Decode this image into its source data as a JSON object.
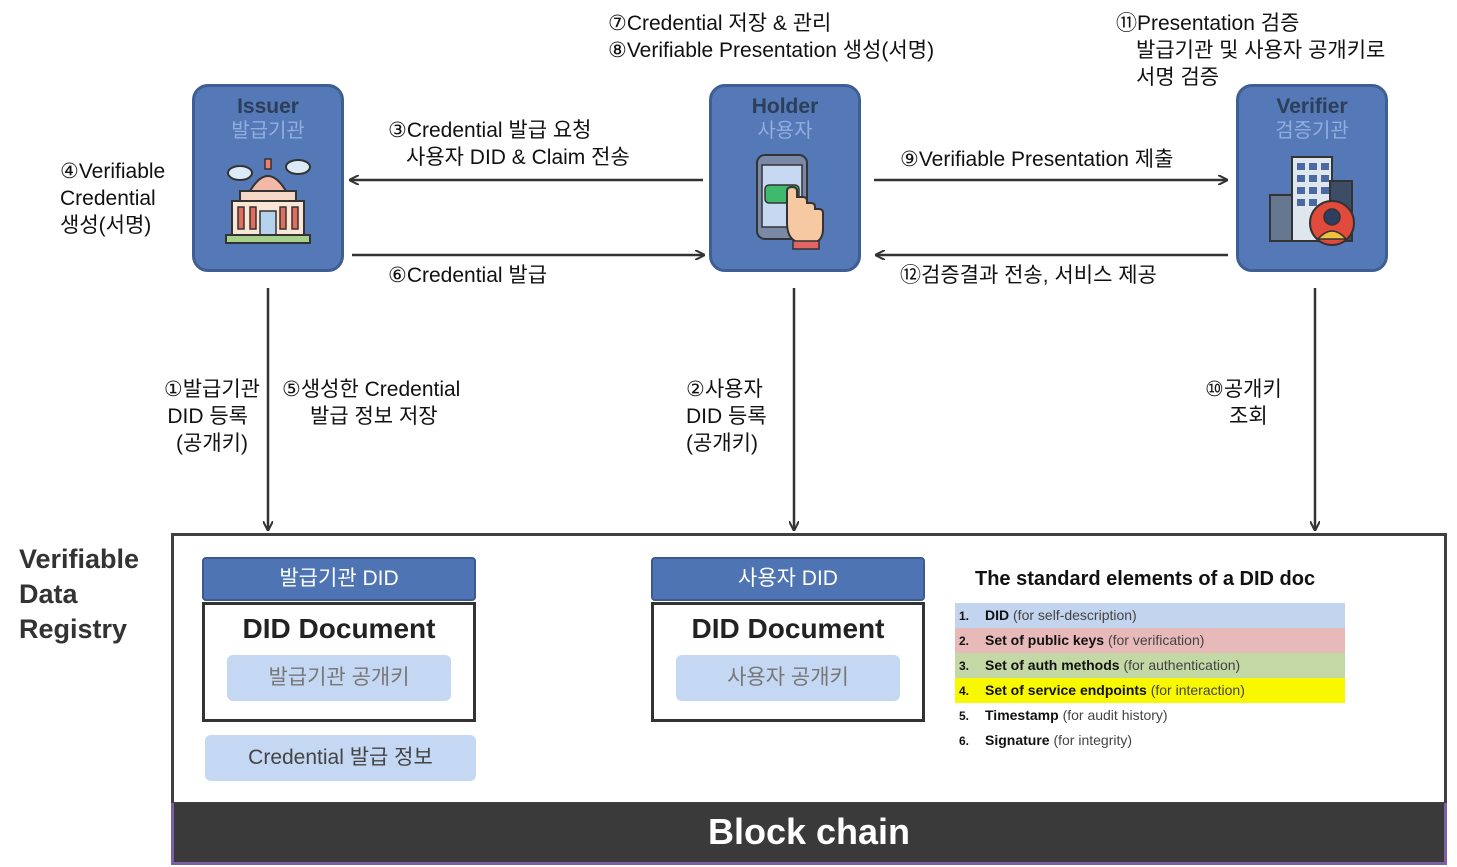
{
  "actors": {
    "issuer": {
      "name": "Issuer",
      "sub": "발급기관",
      "icon": "government-building-icon"
    },
    "holder": {
      "name": "Holder",
      "sub": "사용자",
      "icon": "smartphone-tap-icon"
    },
    "verifier": {
      "name": "Verifier",
      "sub": "검증기관",
      "icon": "office-building-icon"
    }
  },
  "steps": {
    "s1": [
      "①발급기관",
      "DID 등록",
      "(공개키)"
    ],
    "s2": [
      "②사용자",
      "DID 등록",
      "(공개키)"
    ],
    "s3": [
      "③Credential 발급 요청",
      "사용자 DID & Claim 전송"
    ],
    "s4": [
      "④Verifiable",
      "Credential",
      "생성(서명)"
    ],
    "s5": [
      "⑤생성한 Credential",
      "발급 정보 저장"
    ],
    "s6": "⑥Credential 발급",
    "s78": [
      "⑦Credential 저장 & 관리",
      "⑧Verifiable Presentation 생성(서명)"
    ],
    "s9": "⑨Verifiable Presentation 제출",
    "s10": [
      "⑩공개키",
      "조회"
    ],
    "s11": [
      "⑪Presentation 검증",
      "발급기관 및 사용자 공개키로",
      "서명 검증"
    ],
    "s12": "⑫검증결과 전송, 서비스 제공"
  },
  "registry": {
    "label": [
      "Verifiable",
      "Data",
      "Registry"
    ],
    "issuer_did": {
      "head": "발급기관 DID",
      "doc": "DID Document",
      "key": "발급기관 공개키",
      "cred": "Credential 발급 정보"
    },
    "user_did": {
      "head": "사용자 DID",
      "doc": "DID Document",
      "key": "사용자 공개키"
    }
  },
  "elements": {
    "title": "The standard elements of a DID doc",
    "items": [
      {
        "num": "1.",
        "name": "DID",
        "note": "(for self-description)",
        "color": "#c2d4ee"
      },
      {
        "num": "2.",
        "name": "Set of public keys",
        "note": "(for verification)",
        "color": "#e8b9b9"
      },
      {
        "num": "3.",
        "name": "Set of auth methods",
        "note": "(for authentication)",
        "color": "#c3d8a4"
      },
      {
        "num": "4.",
        "name": "Set of service endpoints",
        "note": "(for interaction)",
        "color": "#f8f800"
      },
      {
        "num": "5.",
        "name": "Timestamp",
        "note": "(for audit history)",
        "color": "#ffffff"
      },
      {
        "num": "6.",
        "name": "Signature",
        "note": "(for integrity)",
        "color": "#ffffff"
      }
    ]
  },
  "blockchain": "Block chain"
}
